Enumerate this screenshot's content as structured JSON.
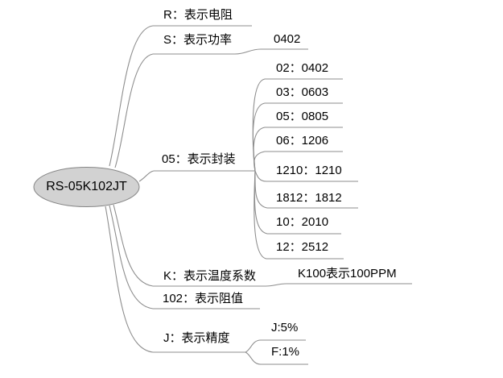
{
  "colors": {
    "line": "#8e8e8e",
    "root_fill": "#d2d2d2",
    "root_stroke": "#858585",
    "text": "#000000"
  },
  "root": {
    "label": "RS-05K102JT"
  },
  "branches": [
    {
      "label": "R：表示电阻",
      "children": []
    },
    {
      "label": "S：表示功率",
      "children": [
        {
          "label": "0402"
        }
      ]
    },
    {
      "label": "05：表示封装",
      "children": [
        {
          "label": "02：0402"
        },
        {
          "label": "03：0603"
        },
        {
          "label": "05：0805"
        },
        {
          "label": "06：1206"
        },
        {
          "label": "1210：1210"
        },
        {
          "label": "1812：1812"
        },
        {
          "label": "10：2010"
        },
        {
          "label": "12：2512"
        }
      ]
    },
    {
      "label": "K：表示温度系数",
      "children": [
        {
          "label": "K100表示100PPM"
        }
      ]
    },
    {
      "label": "102：表示阻值",
      "children": []
    },
    {
      "label": "J：表示精度",
      "children": [
        {
          "label": "J:5%"
        },
        {
          "label": "F:1%"
        }
      ]
    }
  ]
}
